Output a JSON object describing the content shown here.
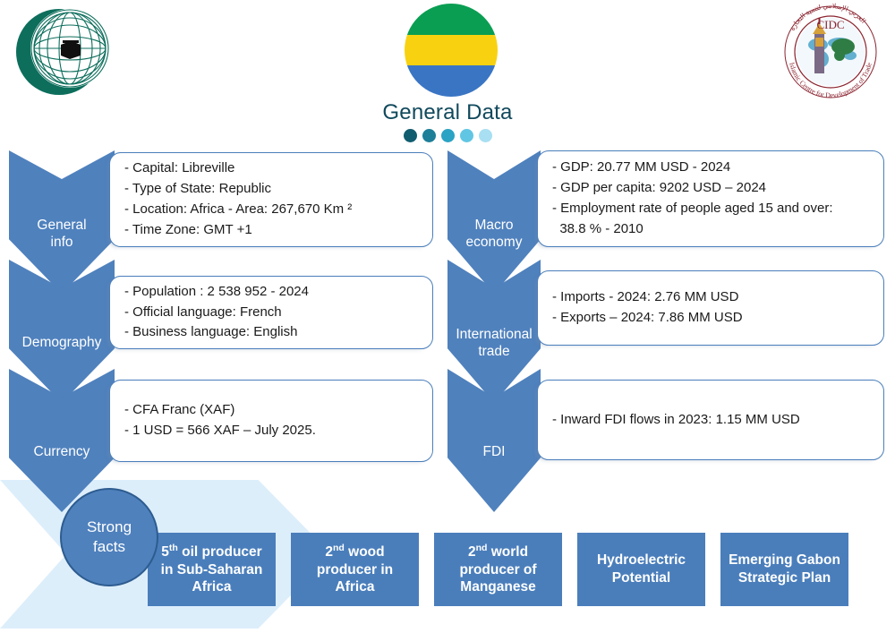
{
  "header": {
    "left_logo": {
      "name": "oic-logo",
      "alt": "Organisation of Islamic Cooperation emblem",
      "color": "#0d6e5c"
    },
    "center_flag": {
      "name": "gabon-flag-circle",
      "bands": [
        "#0a9e52",
        "#f8d210",
        "#3a75c4"
      ]
    },
    "right_logo": {
      "name": "cidc-logo",
      "abbr": "CIDC",
      "arabic": "المركز الإسلامي لتنمية التجارة",
      "english": "Islamic Centre for Development of Trade"
    },
    "title": "General Data",
    "title_color": "#10495c",
    "dots": [
      "#115d70",
      "#1d7f98",
      "#2aa3c4",
      "#61c6e3",
      "#a8dff2"
    ]
  },
  "left_column": [
    {
      "label": "General\ninfo",
      "lines": [
        "- Capital: Libreville",
        "- Type of State: Republic",
        "- Location: Africa - Area: 267,670 Km ²",
        "- Time Zone: GMT +1"
      ]
    },
    {
      "label": "Demography",
      "lines": [
        "- Population : 2 538 952 - 2024",
        "- Official language: French",
        "- Business language: English"
      ]
    },
    {
      "label": "Currency",
      "lines": [
        "- CFA Franc (XAF)",
        "- 1 USD = 566 XAF – July 2025."
      ]
    }
  ],
  "right_column": [
    {
      "label": "Macro\neconomy",
      "lines": [
        "- GDP: 20.77 MM USD - 2024",
        "- GDP per capita: 9202 USD – 2024",
        "- Employment rate of people aged 15 and over:\n  38.8 % - 2010"
      ]
    },
    {
      "label": "International\ntrade",
      "lines": [
        "- Imports - 2024: 2.76 MM USD",
        "- Exports – 2024: 7.86 MM USD"
      ]
    },
    {
      "label": "FDI",
      "lines": [
        "- Inward FDI flows in 2023: 1.15 MM USD"
      ]
    }
  ],
  "strong_facts": {
    "circle_label": "Strong\nfacts",
    "items": [
      "5th oil producer in Sub-Saharan Africa",
      "2nd wood producer in Africa",
      "2nd world producer of Manganese",
      "Hydroelectric Potential",
      "Emerging Gabon Strategic Plan"
    ]
  },
  "theme": {
    "chevron_blue": "#4f81bd",
    "card_border": "#4a7ebb",
    "bg_chevron": "#ddeefb",
    "fact_box": "#4a7ebb"
  }
}
